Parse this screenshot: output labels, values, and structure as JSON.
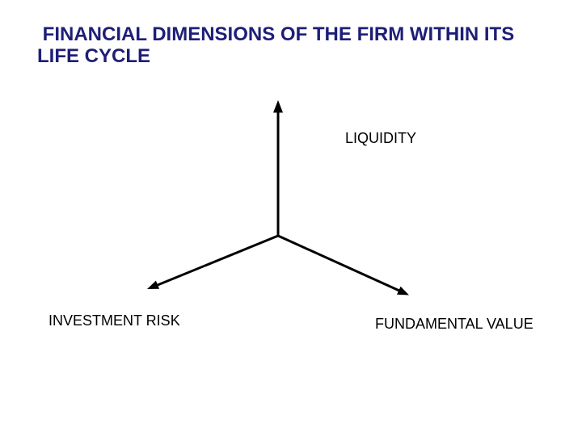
{
  "slide": {
    "background_color": "#ffffff",
    "title": {
      "line1": " FINANCIAL DIMENSIONS OF THE FIRM WITHIN ITS",
      "line2": "LIFE CYCLE",
      "color": "#1e1e78"
    },
    "diagram": {
      "type": "three-axis-arrows",
      "arrow_color": "#000000",
      "axes": [
        {
          "direction": "up",
          "label": "LIQUIDITY"
        },
        {
          "direction": "down-left",
          "label": "INVESTMENT RISK"
        },
        {
          "direction": "down-right",
          "label": "FUNDAMENTAL VALUE"
        }
      ]
    }
  }
}
